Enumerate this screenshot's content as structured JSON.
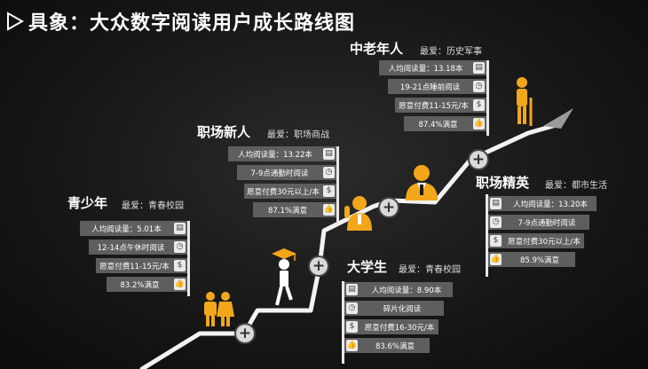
{
  "title": "具象：大众数字阅读用户成长路线图",
  "colors": {
    "road": "#f2f2f2",
    "card": "#5e5e5e",
    "figure": "#f2a71b",
    "arrow": "#9a9a9a"
  },
  "stages": [
    {
      "id": "teen",
      "title": "青少年",
      "fav": "最爱：青春校园",
      "rows": [
        {
          "text": "人均阅读量：5.01本",
          "icon": "book-icon"
        },
        {
          "text": "12-14点午休时阅读",
          "icon": "clock-icon"
        },
        {
          "text": "愿意付费11-15元/本",
          "icon": "money-bag-icon"
        },
        {
          "text": "83.2%满意",
          "icon": "thumbs-up-icon"
        }
      ]
    },
    {
      "id": "student",
      "title": "大学生",
      "fav": "最爱：青春校园",
      "rows": [
        {
          "text": "人均阅读量：8.90本",
          "icon": "book-icon"
        },
        {
          "text": "碎片化阅读",
          "icon": "clock-icon"
        },
        {
          "text": "愿意付费16-30元/本",
          "icon": "money-bag-icon"
        },
        {
          "text": "83.6%满意",
          "icon": "thumbs-up-icon"
        }
      ]
    },
    {
      "id": "newcomer",
      "title": "职场新人",
      "fav": "最爱：职场商战",
      "rows": [
        {
          "text": "人均阅读量：13.22本",
          "icon": "book-icon"
        },
        {
          "text": "7-9点通勤时阅读",
          "icon": "clock-icon"
        },
        {
          "text": "愿意付费30元以上/本",
          "icon": "money-bag-icon"
        },
        {
          "text": "87.1%满意",
          "icon": "thumbs-up-icon"
        }
      ]
    },
    {
      "id": "elite",
      "title": "职场精英",
      "fav": "最爱：都市生活",
      "rows": [
        {
          "text": "人均阅读量：13.20本",
          "icon": "book-icon"
        },
        {
          "text": "7-9点通勤时阅读",
          "icon": "clock-icon"
        },
        {
          "text": "愿意付费30元以上/本",
          "icon": "money-bag-icon"
        },
        {
          "text": "85.9%满意",
          "icon": "thumbs-up-icon"
        }
      ]
    },
    {
      "id": "senior",
      "title": "中老年人",
      "fav": "最爱：历史军事",
      "rows": [
        {
          "text": "人均阅读量：13.18本",
          "icon": "book-icon"
        },
        {
          "text": "19-21点睡前阅读",
          "icon": "clock-icon"
        },
        {
          "text": "愿意付费11-15元/本",
          "icon": "money-bag-icon"
        },
        {
          "text": "87.4%满意",
          "icon": "thumbs-up-icon"
        }
      ]
    }
  ]
}
